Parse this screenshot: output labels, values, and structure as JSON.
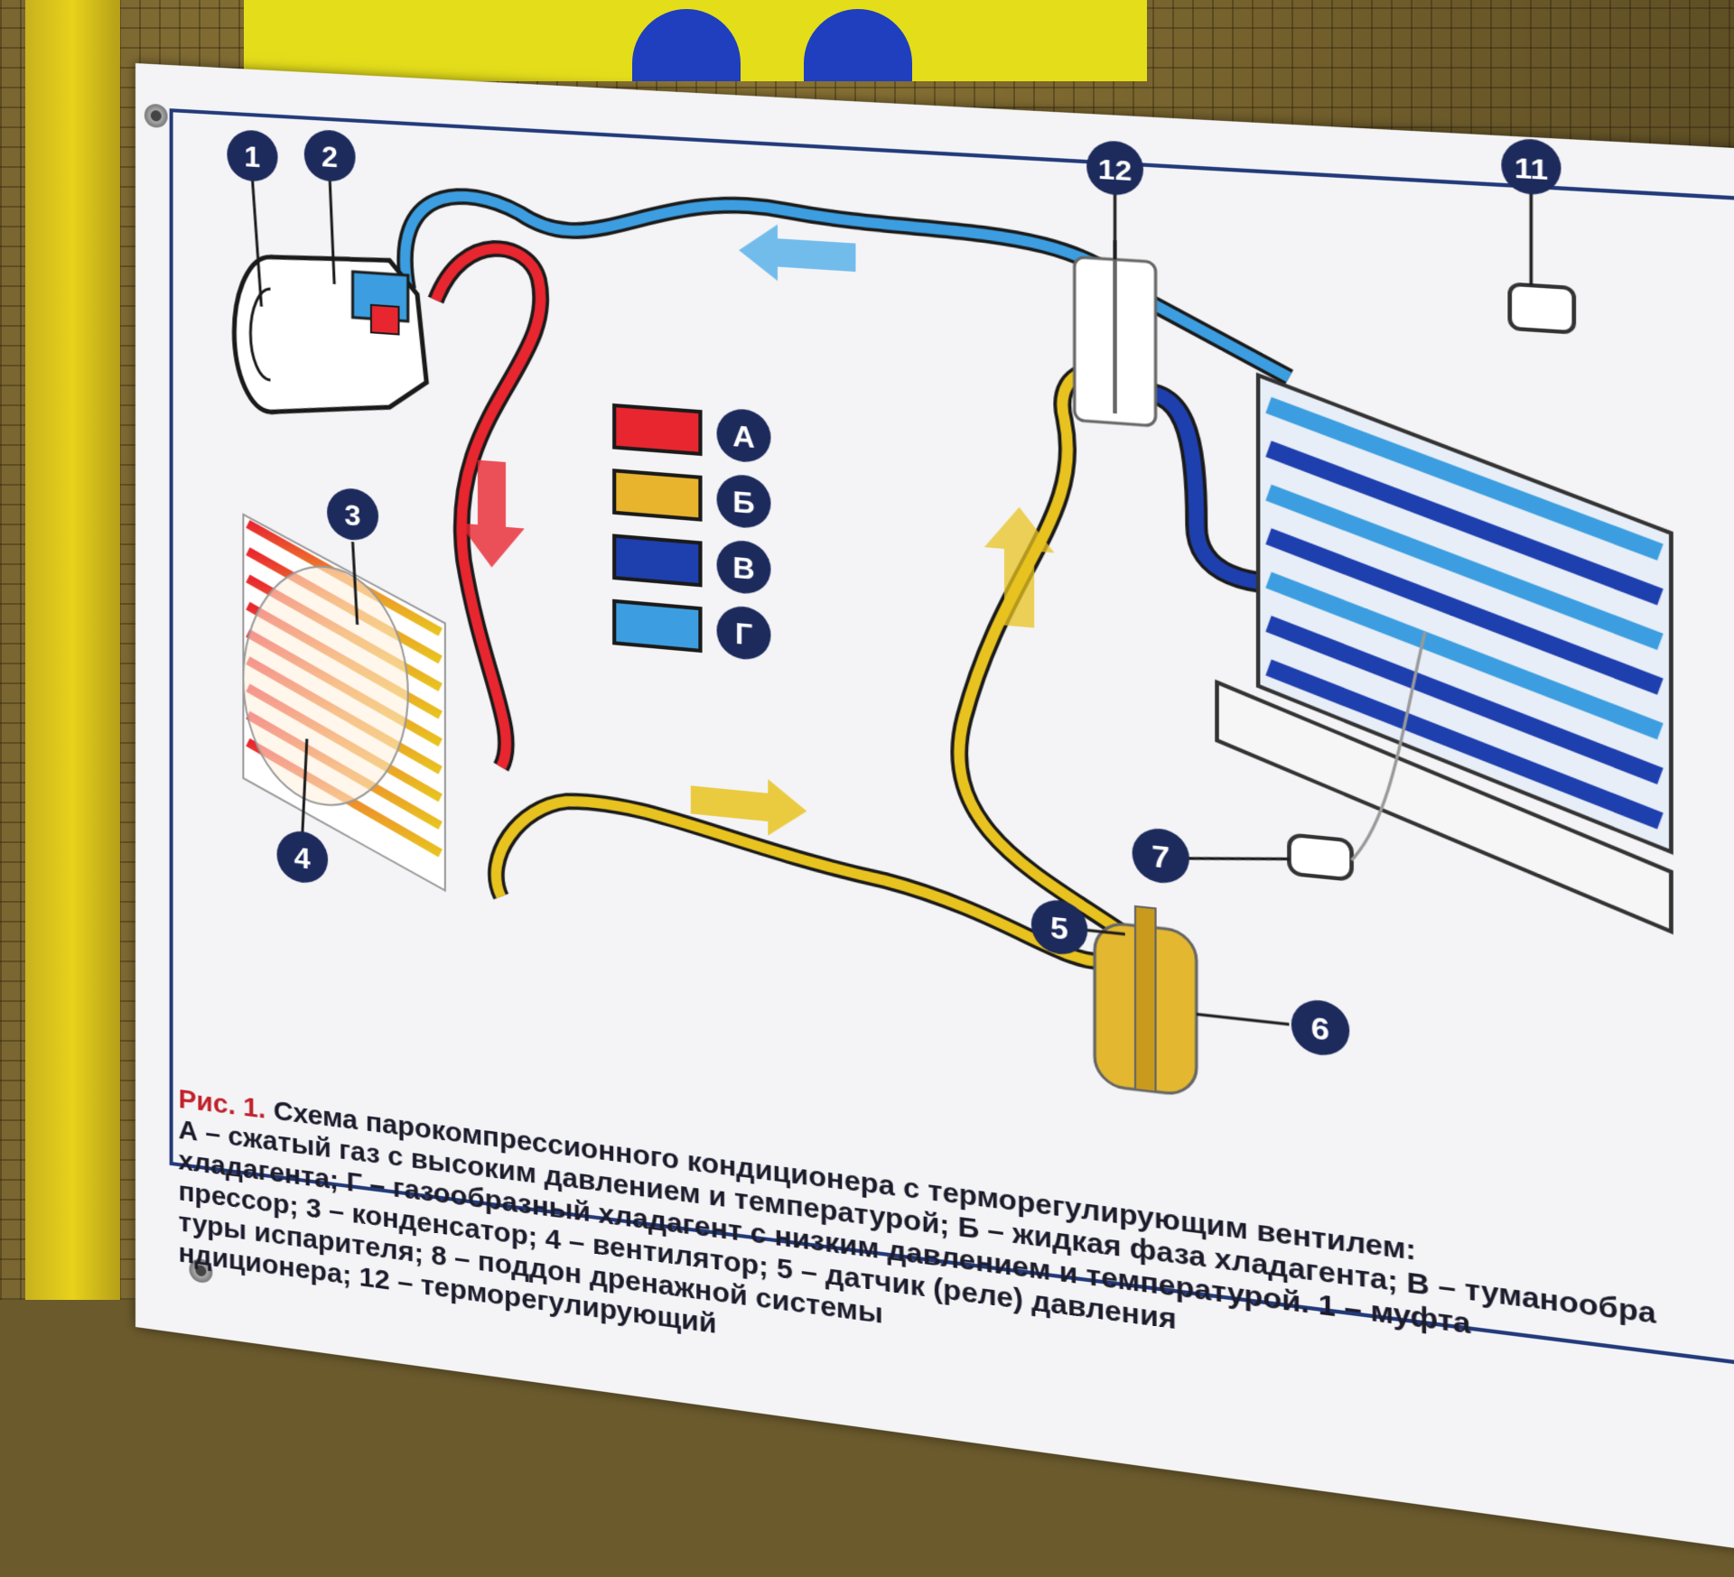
{
  "badges": {
    "n1": "1",
    "n2": "2",
    "n3": "3",
    "n4": "4",
    "n5": "5",
    "n6": "6",
    "n7": "7",
    "n11": "11",
    "n12": "12"
  },
  "legend": [
    {
      "letter": "А",
      "color": "#e8262f"
    },
    {
      "letter": "Б",
      "color": "#e8b42e"
    },
    {
      "letter": "В",
      "color": "#1e3fae"
    },
    {
      "letter": "Г",
      "color": "#3c9ee0"
    }
  ],
  "colors": {
    "red": "#e8262f",
    "yellow": "#e8c320",
    "dark_blue": "#1e3fae",
    "light_blue": "#3c9ee0",
    "badge": "#1d2a5c",
    "frame": "#223a7a",
    "caption_red": "#c0212b"
  },
  "caption": {
    "fig_label": "Рис. 1.",
    "title": "Схема парокомпрессионного кондиционера с терморегулирующим вентилем:",
    "line1": "А – сжатый газ с высоким давлением и температурой; Б – жидкая фаза хладагента; В – туманообра",
    "line2": "хладагента; Г – газообразный хладагент с низким давлением и температурой. 1 – муфта",
    "line3": "прессор; 3 – конденсатор; 4 – вентилятор; 5 – датчик (реле) давления",
    "line4": "туры испарителя; 8 – поддон дренажной системы",
    "line5": "ндиционера; 12 – терморегулирующий"
  }
}
